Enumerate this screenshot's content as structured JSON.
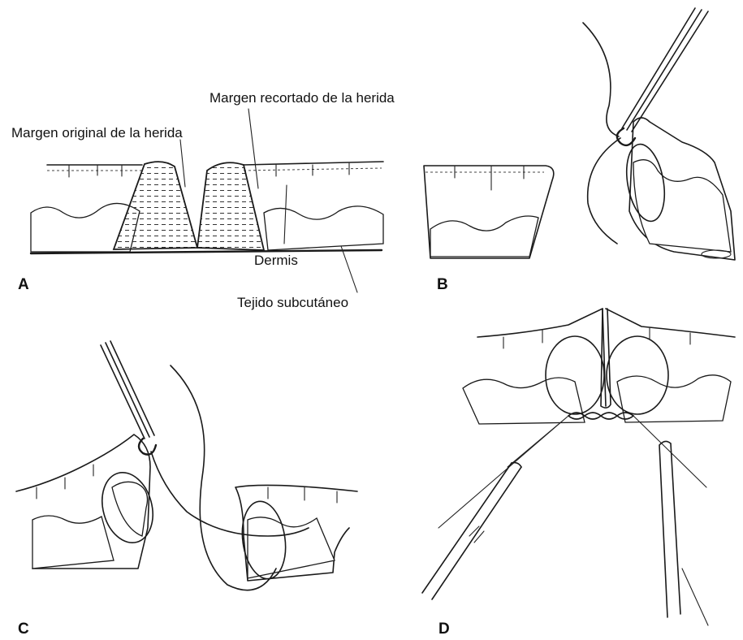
{
  "labels": {
    "margen_recortado": "Margen recortado de la herida",
    "margen_original": "Margen original de la herida",
    "dermis": "Dermis",
    "tejido_subcutaneo": "Tejido subcutáneo"
  },
  "panels": {
    "a": "A",
    "b": "B",
    "c": "C",
    "d": "D"
  }
}
